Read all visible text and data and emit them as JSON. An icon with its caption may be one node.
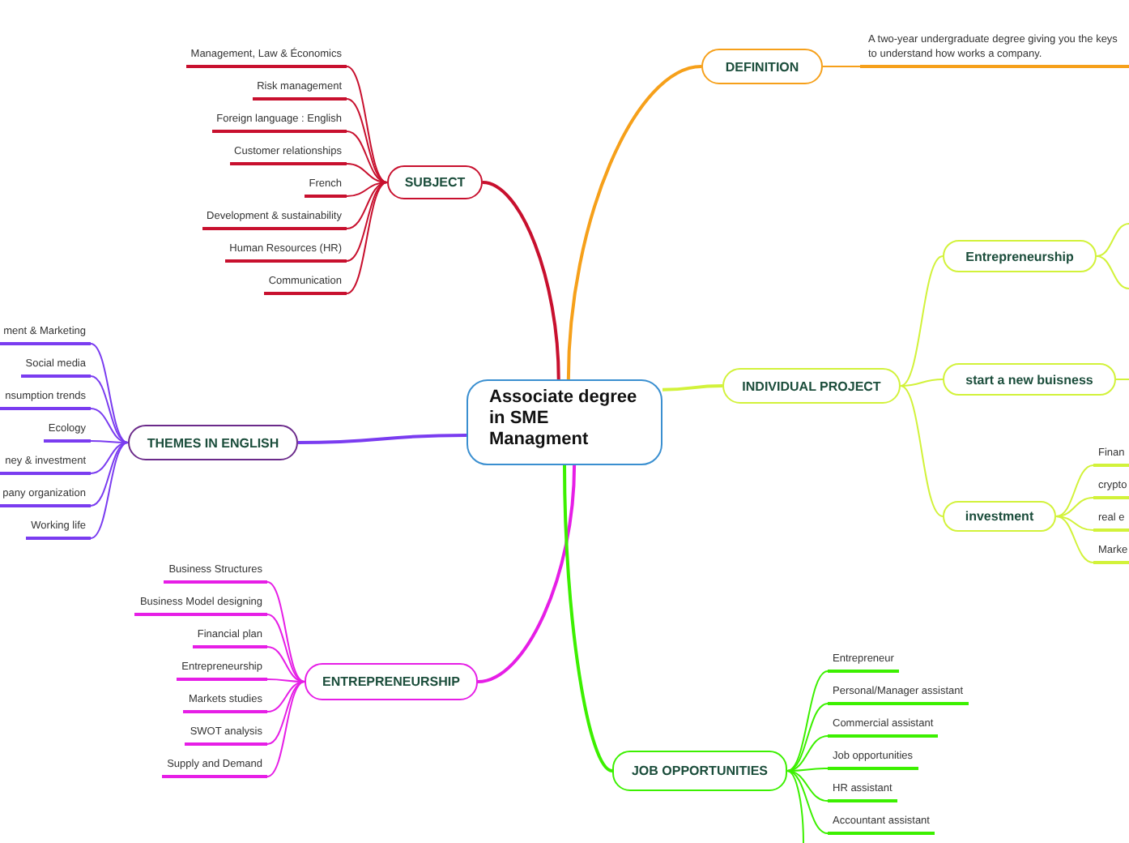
{
  "diagram": {
    "nodes": [
      {
        "text": [
          "Associate degree in SME Managment"
        ]
      },
      {
        "text": [
          "SUBJECT"
        ]
      },
      {
        "text": [
          "Management, Law & Économics"
        ]
      },
      {
        "text": [
          "Risk management"
        ]
      },
      {
        "text": [
          "Foreign language : English"
        ]
      },
      {
        "text": [
          "Customer relationships"
        ]
      },
      {
        "text": [
          "French"
        ]
      },
      {
        "text": [
          "Development & sustainability"
        ]
      },
      {
        "text": [
          "Human Resources (HR)"
        ]
      },
      {
        "text": [
          "Communication"
        ]
      },
      {
        "text": [
          "THEMES IN ENGLISH"
        ]
      },
      {
        "text": [
          "ment & Marketing"
        ]
      },
      {
        "text": [
          "Social media"
        ]
      },
      {
        "text": [
          "nsumption trends"
        ]
      },
      {
        "text": [
          "Ecology"
        ]
      },
      {
        "text": [
          "ney & investment"
        ]
      },
      {
        "text": [
          "pany organization"
        ]
      },
      {
        "text": [
          "Working life"
        ]
      },
      {
        "text": [
          "ENTREPRENEURSHIP"
        ]
      },
      {
        "text": [
          "Business Structures"
        ]
      },
      {
        "text": [
          "Business Model designing"
        ]
      },
      {
        "text": [
          "Financial plan"
        ]
      },
      {
        "text": [
          "Entrepreneurship"
        ]
      },
      {
        "text": [
          "Markets studies"
        ]
      },
      {
        "text": [
          "SWOT analysis"
        ]
      },
      {
        "text": [
          "Supply and Demand"
        ]
      },
      {
        "text": [
          "DEFINITION"
        ]
      },
      {
        "text": [
          "A two-year undergraduate degree giving you the keys to understand how works a company."
        ]
      },
      {
        "text": [
          "INDIVIDUAL PROJECT"
        ]
      },
      {
        "text": [
          "Entrepreneurship"
        ]
      },
      {
        "text": [
          "start a new buisness"
        ]
      },
      {
        "text": [
          "investment"
        ]
      },
      {
        "text": [
          "Finan"
        ]
      },
      {
        "text": [
          "crypto"
        ]
      },
      {
        "text": [
          "real e"
        ]
      },
      {
        "text": [
          "Marke"
        ]
      },
      {
        "text": [
          "JOB OPPORTUNITIES"
        ]
      },
      {
        "text": [
          "Entrepreneur"
        ]
      },
      {
        "text": [
          "Personal/Manager assistant"
        ]
      },
      {
        "text": [
          "Commercial assistant"
        ]
      },
      {
        "text": [
          "Job opportunities"
        ]
      },
      {
        "text": [
          "HR assistant"
        ]
      },
      {
        "text": [
          "Accountant assistant"
        ]
      }
    ],
    "edges": [
      {
        "from": 0,
        "to": 1,
        "arrow": "none",
        "color": "#c8102e"
      },
      {
        "from": 1,
        "to": 2,
        "arrow": "none",
        "color": "#c8102e"
      },
      {
        "from": 1,
        "to": 3,
        "arrow": "none",
        "color": "#c8102e"
      },
      {
        "from": 1,
        "to": 4,
        "arrow": "none",
        "color": "#c8102e"
      },
      {
        "from": 1,
        "to": 5,
        "arrow": "none",
        "color": "#c8102e"
      },
      {
        "from": 1,
        "to": 6,
        "arrow": "none",
        "color": "#c8102e"
      },
      {
        "from": 1,
        "to": 7,
        "arrow": "none",
        "color": "#c8102e"
      },
      {
        "from": 1,
        "to": 8,
        "arrow": "none",
        "color": "#c8102e"
      },
      {
        "from": 1,
        "to": 9,
        "arrow": "none",
        "color": "#c8102e"
      },
      {
        "from": 0,
        "to": 10,
        "arrow": "none",
        "color": "#7a3cf0"
      },
      {
        "from": 10,
        "to": 11,
        "arrow": "none",
        "color": "#7a3cf0"
      },
      {
        "from": 10,
        "to": 12,
        "arrow": "none",
        "color": "#7a3cf0"
      },
      {
        "from": 10,
        "to": 13,
        "arrow": "none",
        "color": "#7a3cf0"
      },
      {
        "from": 10,
        "to": 14,
        "arrow": "none",
        "color": "#7a3cf0"
      },
      {
        "from": 10,
        "to": 15,
        "arrow": "none",
        "color": "#7a3cf0"
      },
      {
        "from": 10,
        "to": 16,
        "arrow": "none",
        "color": "#7a3cf0"
      },
      {
        "from": 10,
        "to": 17,
        "arrow": "none",
        "color": "#7a3cf0"
      },
      {
        "from": 0,
        "to": 18,
        "arrow": "none",
        "color": "#e61ee6"
      },
      {
        "from": 18,
        "to": 19,
        "arrow": "none",
        "color": "#e61ee6"
      },
      {
        "from": 18,
        "to": 20,
        "arrow": "none",
        "color": "#e61ee6"
      },
      {
        "from": 18,
        "to": 21,
        "arrow": "none",
        "color": "#e61ee6"
      },
      {
        "from": 18,
        "to": 22,
        "arrow": "none",
        "color": "#e61ee6"
      },
      {
        "from": 18,
        "to": 23,
        "arrow": "none",
        "color": "#e61ee6"
      },
      {
        "from": 18,
        "to": 24,
        "arrow": "none",
        "color": "#e61ee6"
      },
      {
        "from": 18,
        "to": 25,
        "arrow": "none",
        "color": "#e61ee6"
      },
      {
        "from": 0,
        "to": 26,
        "arrow": "none",
        "color": "#f6a01a"
      },
      {
        "from": 26,
        "to": 27,
        "arrow": "none",
        "color": "#f6a01a"
      },
      {
        "from": 0,
        "to": 28,
        "arrow": "none",
        "color": "#d2f23a"
      },
      {
        "from": 28,
        "to": 29,
        "arrow": "none",
        "color": "#d2f23a"
      },
      {
        "from": 28,
        "to": 30,
        "arrow": "none",
        "color": "#d2f23a"
      },
      {
        "from": 28,
        "to": 31,
        "arrow": "none",
        "color": "#d2f23a"
      },
      {
        "from": 29,
        "to": null,
        "arrow": "none",
        "color": "#d2f23a"
      },
      {
        "from": 29,
        "to": null,
        "arrow": "none",
        "color": "#d2f23a"
      },
      {
        "from": 30,
        "to": null,
        "arrow": "none",
        "color": "#d2f23a"
      },
      {
        "from": 31,
        "to": 32,
        "arrow": "none",
        "color": "#d2f23a"
      },
      {
        "from": 31,
        "to": 33,
        "arrow": "none",
        "color": "#d2f23a"
      },
      {
        "from": 31,
        "to": 34,
        "arrow": "none",
        "color": "#d2f23a"
      },
      {
        "from": 31,
        "to": 35,
        "arrow": "none",
        "color": "#d2f23a"
      },
      {
        "from": 0,
        "to": 36,
        "arrow": "none",
        "color": "#3cf000"
      },
      {
        "from": 36,
        "to": 37,
        "arrow": "none",
        "color": "#3cf000"
      },
      {
        "from": 36,
        "to": 38,
        "arrow": "none",
        "color": "#3cf000"
      },
      {
        "from": 36,
        "to": 39,
        "arrow": "none",
        "color": "#3cf000"
      },
      {
        "from": 36,
        "to": 40,
        "arrow": "none",
        "color": "#3cf000"
      },
      {
        "from": 36,
        "to": 41,
        "arrow": "none",
        "color": "#3cf000"
      },
      {
        "from": 36,
        "to": 42,
        "arrow": "none",
        "color": "#3cf000"
      },
      {
        "from": 36,
        "to": null,
        "arrow": "none",
        "color": "#3cf000"
      }
    ]
  }
}
